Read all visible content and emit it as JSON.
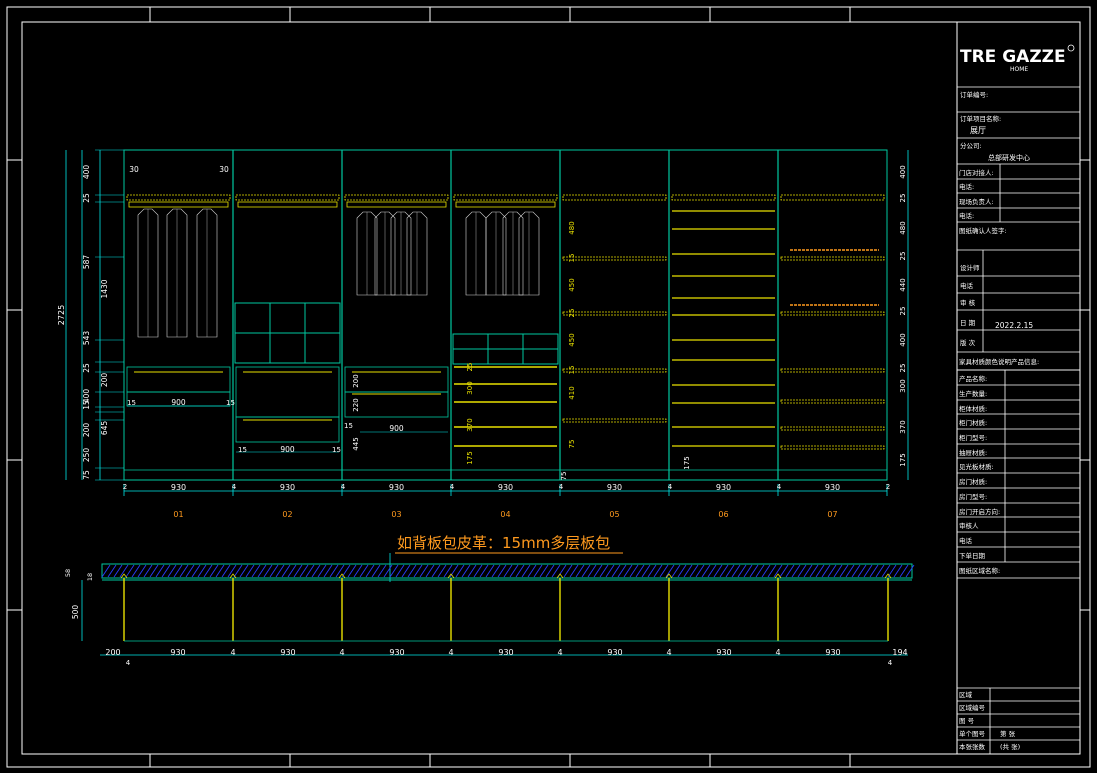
{
  "colors": {
    "frame": "#ffffff",
    "cabinet": "#00c8a0",
    "shelf": "#e8e000",
    "dimension": "#00e8e8",
    "label": "#ff9a1e",
    "hatch": "#2a3cff"
  },
  "title_block": {
    "logo_main": "TRE GAZZE",
    "logo_sub": "HOME",
    "rows": [
      {
        "label": "订单编号:",
        "value": ""
      },
      {
        "label": "订单项目名称:",
        "value": "展厅"
      },
      {
        "label": "分公司:",
        "value": "总部研发中心"
      },
      {
        "label": "门店对接人:",
        "value": ""
      },
      {
        "label": "电话:",
        "value": ""
      },
      {
        "label": "现场负责人:",
        "value": ""
      },
      {
        "label": "电话:",
        "value": ""
      },
      {
        "label": "图纸确认人签字:",
        "value": ""
      }
    ],
    "design_rows": [
      {
        "label": "设计师",
        "value": ""
      },
      {
        "label": "电话",
        "value": ""
      },
      {
        "label": "审 核",
        "value": ""
      },
      {
        "label": "日 期",
        "value": "2022.2.15"
      },
      {
        "label": "版 次",
        "value": ""
      }
    ],
    "product_header": "家具材质颜色说明产品信息:",
    "product_rows": [
      "产品名称:",
      "生产数量:",
      "柜体材质:",
      "柜门材质:",
      "柜门型号:",
      "抽屉材质:",
      "见光板材质:",
      "房门材质:",
      "房门型号:",
      "房门开启方向:",
      "审核人",
      "电话",
      "下单日期",
      "图纸区域名称:"
    ],
    "footer_rows": [
      {
        "label": "区域",
        "value": ""
      },
      {
        "label": "区域编号",
        "value": ""
      },
      {
        "label": "图 号",
        "value": ""
      },
      {
        "label": "单个图号",
        "value": "第   张"
      },
      {
        "label": "本张张数",
        "value": "(共   张)"
      }
    ]
  },
  "elevation": {
    "total_height": "2725",
    "left_dims": [
      "400",
      "25",
      "587",
      "1430",
      "543",
      "25",
      "200",
      "400",
      "15",
      "200",
      "645",
      "250",
      "75"
    ],
    "top_marks": [
      "30",
      "30"
    ],
    "bay_widths": [
      "930",
      "930",
      "930",
      "930",
      "930",
      "930",
      "930"
    ],
    "gap_labels": [
      "2",
      "4",
      "4",
      "4",
      "4",
      "4",
      "4",
      "2"
    ],
    "bay_labels": [
      "01",
      "02",
      "03",
      "04",
      "05",
      "06",
      "07"
    ],
    "inner_dims": {
      "bay1_drawer": "900",
      "bay2_drawer": "900",
      "bay3_drawer": "900",
      "side15": "15",
      "bay3_h1": "200",
      "bay3_h2": "220",
      "bay3_h3": "445",
      "bay4_h": [
        "25",
        "300",
        "370",
        "175"
      ],
      "bay5_h": [
        "480",
        "15",
        "450",
        "25",
        "450",
        "15",
        "410",
        "75"
      ],
      "bay5_base": "75",
      "bay6_base": "175",
      "right_dims": [
        "400",
        "25",
        "480",
        "25",
        "440",
        "25",
        "400",
        "25",
        "300",
        "370",
        "175"
      ]
    }
  },
  "note": {
    "text": "如背板包皮革：15mm多层板包"
  },
  "plan": {
    "depth": "500",
    "back": "18",
    "top_edge": "58",
    "widths": [
      "200",
      "930",
      "4",
      "930",
      "4",
      "930",
      "4",
      "930",
      "4",
      "930",
      "4",
      "930",
      "4",
      "930",
      "194"
    ],
    "bottom_ticks": [
      "4",
      "4"
    ]
  }
}
